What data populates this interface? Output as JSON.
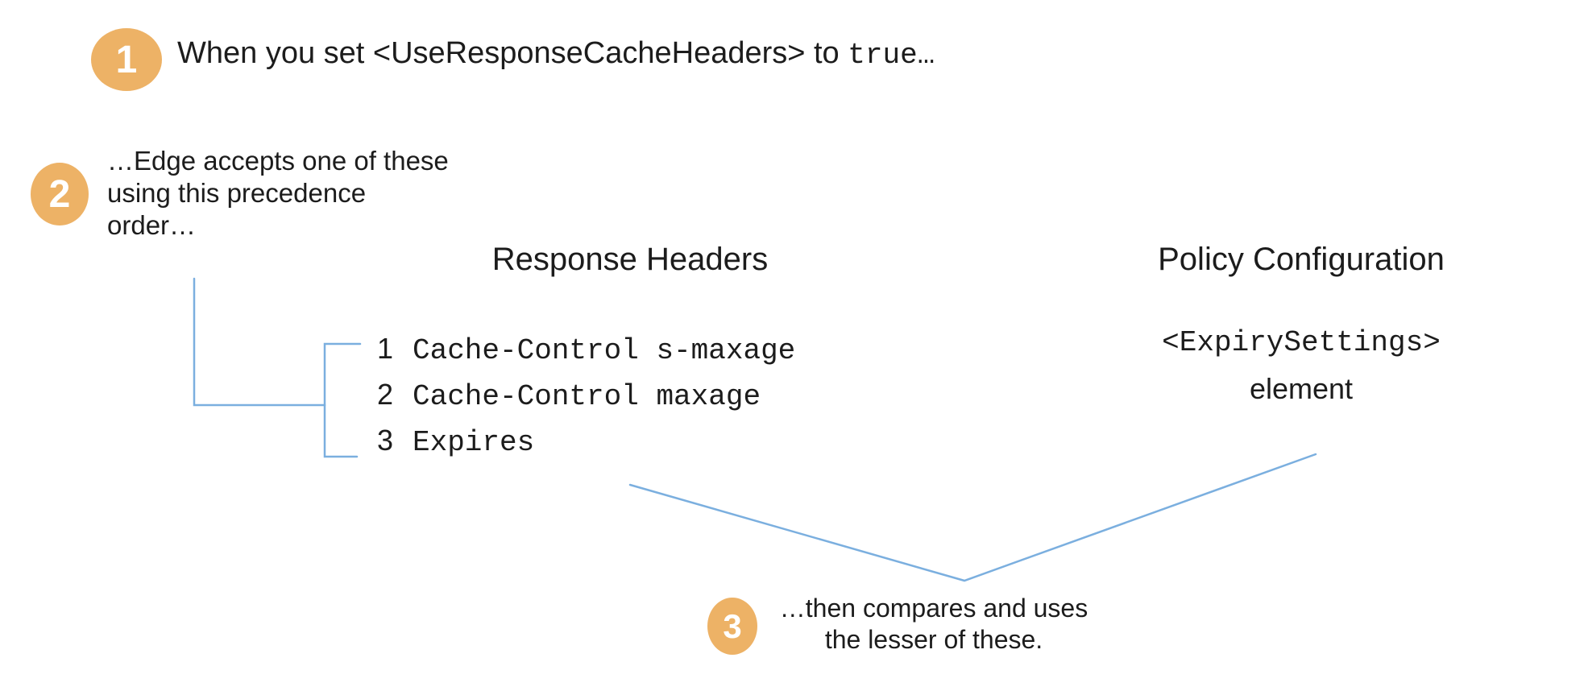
{
  "colors": {
    "badge": "#EDB266",
    "badge_text": "#FFFFFF",
    "line": "#7BAFDF",
    "text": "#1C1C1C",
    "background": "#FFFFFF"
  },
  "steps": [
    {
      "number": "1",
      "text_prefix": "When you set <UseResponseCacheHeaders> to ",
      "text_code": "true…"
    },
    {
      "number": "2",
      "line1": "…Edge accepts one of these",
      "line2": "using this precedence",
      "line3": "order…"
    },
    {
      "number": "3",
      "line1": "…then compares and uses",
      "line2": "the lesser of these."
    }
  ],
  "response_headers": {
    "title": "Response Headers",
    "items": [
      {
        "rank": "1",
        "code": "Cache-Control s-maxage"
      },
      {
        "rank": "2",
        "code": "Cache-Control maxage"
      },
      {
        "rank": "3",
        "code": "Expires"
      }
    ]
  },
  "policy_configuration": {
    "title": "Policy Configuration",
    "code": "<ExpirySettings>",
    "caption": "element"
  }
}
